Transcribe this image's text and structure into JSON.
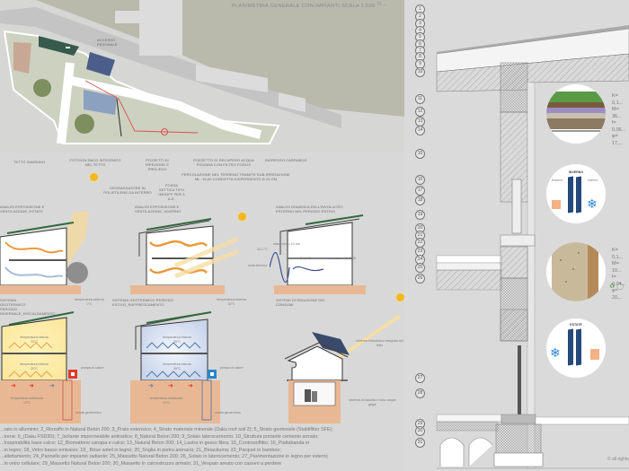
{
  "site_plan": {
    "title": "PLANIMETRIA GENERALE CON IMPIANTI SCALA 1:500",
    "north_label": "N",
    "labels": {
      "pedestrian_access": "ACCESSO PEDONALE",
      "green_roof": "TETTO GIARDINO",
      "pv_roof": "FOTOVOLTAICO INTEGRATO NEL TETTO",
      "inspection_wells": "POZZETTI DI ISPEZIONE E PRELIEVO",
      "rainwater_tank": "POZZETTO DI RECUPERO ACQUA PIOVANA CON FILTRO FOGLIE",
      "vehicle_access": "INGRESSO CARRABILE",
      "grease_trap": "DEGRASSATORE IN POLIETILENE DA INTERRO",
      "septic_tank": "FOSSA SETTICA TIPO IMHOFF PER 3 A.E.",
      "percolation": "PERCOLAZIONE NEL TERRENO TRAMITE SUB-IRRIGAZIONE ML. 15,00 CONDOTTA DISPERDENTE Ø 10 cm"
    }
  },
  "diagrams": [
    {
      "id": "summer",
      "title": "ANALISI ESPOSIZIONE E VENTILAZIONE_ESTATE",
      "notes": []
    },
    {
      "id": "winter",
      "title": "ANALISI ESPOSIZIONE E VENTILAZIONE_INVERNO",
      "notes": []
    },
    {
      "id": "thermal",
      "title": "ANALISI DINAMICA DELL'INVOLUCRO ESTERNO NEL PERIODO ESTIVO",
      "notes": [
        "sfasamento 10 ore",
        "32,1 °C",
        "24,1 °C",
        "smorzamento 0,08",
        "onda termica"
      ]
    },
    {
      "id": "geo-heating",
      "title": "SISTEMA GEOTERMICO PERIODO INVERNALE_RISCALDAMENTO",
      "ext_temp": "temperatura esterna 0°C",
      "int_temp_upper": "temperatura interna 20°C",
      "int_temp_lower": "temperatura interna 20°C",
      "pump": "pompa di calore",
      "ground_temp": "temperatura sottosuolo 12°C",
      "probe": "sonda geotermica"
    },
    {
      "id": "geo-cooling",
      "title": "SISTEMA GEOTERMICO PERIODO ESTIVO_RAFFRESCAMENTO",
      "ext_temp": "temperatura esterna 32°C",
      "int_temp_upper": "temperatura interna 26°C",
      "int_temp_lower": "temperatura interna 26°C",
      "pump": "pompa di calore",
      "ground_temp": "temperatura sottosuolo 12°C",
      "probe": "sonda geotermica"
    },
    {
      "id": "consumption",
      "title": "SISTEMI DI RIDUZIONE DEI CONSUMI",
      "pv": "sistema fotovoltaico integrato nel tetto",
      "tank": "sistema di raccolta e riuso acque grigie"
    }
  ],
  "section": {
    "callouts": [
      "1",
      "2",
      "3",
      "4",
      "5",
      "6",
      "7",
      "8",
      "9",
      "10",
      "11",
      "12",
      "13",
      "14",
      "15",
      "16",
      "17",
      "18",
      "19",
      "20",
      "21",
      "22",
      "23",
      "24",
      "25",
      "26",
      "27",
      "28",
      "29",
      "30",
      "31"
    ],
    "roof_stats": [
      "K= 0,1...",
      "M= 36...",
      "f= 0,06...",
      "φ= 17,..."
    ],
    "wall_stats": [
      "K= 0,1...",
      "M= 10...",
      "f= 0,04...",
      "φ= 20,..."
    ],
    "winter_title": "INVERNO",
    "summer_title": "ESTATE",
    "winter_left": "Esterno",
    "winter_right": "Interno",
    "footer_mark": "all rights"
  },
  "legend": {
    "lines": [
      "...rato in alluminio; 2_Rinzaffo in Natural Beton 200; 3_Prato estensivo; 4_Strato materiale minerale (Daku roof soil 2); 5_Strato geotessile (Stabilfilter SFE);",
      "...trene; 6_(Daku FSD30); 7_Isolante impermeabile antiradice; 8_Natural Beton 200; 9_Solaio laterocemento; 10_Struttura portante cemento armato;",
      "...traspirabilità base calce; 12_Biomattone canapa e calce; 13_Natural Beton 200; 14_Lastra in gesso fibra; 15_Controsoffitto; 16_Piattabanda in",
      "...in legno; 18_Vetro basso emissivo; 19_ Brise soleil in legno; 20_Soglia in pietra arenaria; 21_Bioactiuma; 22_Parquet in bamboo;",
      "...allettamento; 24_Pannello per impianto radiante; 25_Massetto Natural Beton 200; 26_Solaio in laterocemento; 27_Pavimentazione in legno per esterni;",
      "...in vetro cellulare; 29_Massetto Natural Beton 200; 30_Massetto in calcestruzzo armato; 31_Vespaio areato con casseri a perdere"
    ]
  },
  "colors": {
    "background": "#d8d8d8",
    "ground": "#e8b894",
    "green_roof": "#2f6a3d",
    "sun": "#f2b81e",
    "warm": "#e89b3c",
    "cool": "#4a6fa5",
    "heat_red": "#e03a2a",
    "cool_blue": "#2a86c9",
    "pv_panel": "#3b4a6b"
  }
}
